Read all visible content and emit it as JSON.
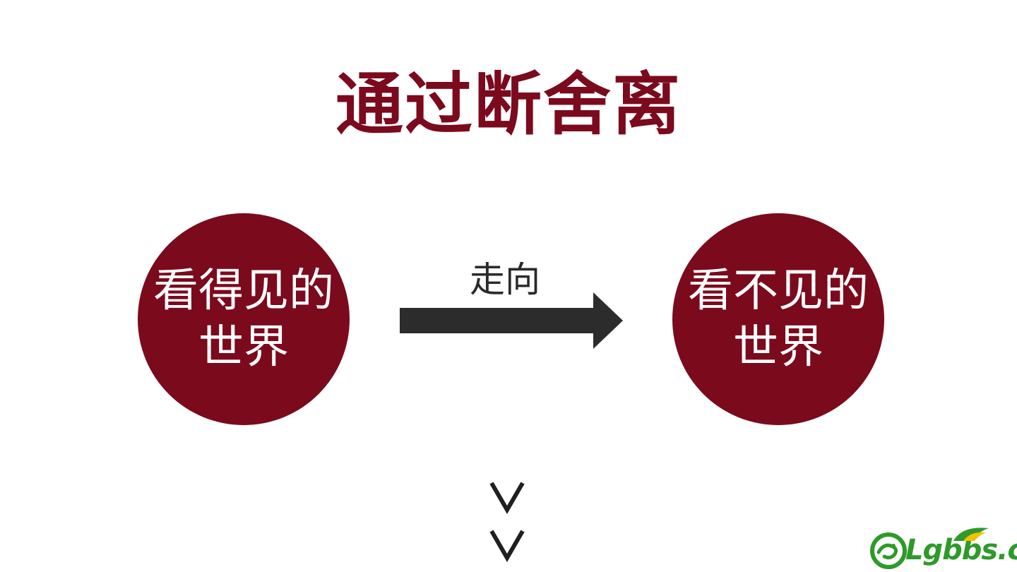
{
  "slide": {
    "title": "通过断舍离",
    "left_circle": {
      "line1": "看得见的",
      "line2": "世界"
    },
    "right_circle": {
      "line1": "看不见的",
      "line2": "世界"
    },
    "arrow_label": "走向"
  },
  "logo": {
    "text": "Lgbbs.cn"
  },
  "colors": {
    "accent": "#7b0a1d",
    "arrow": "#2c2c2c",
    "logo_green": "#2e9a2a",
    "logo_leaf_yellow": "#f2c200"
  },
  "icons": {
    "arrow": "right-arrow-icon",
    "down_chevrons": "double-chevron-down-icon",
    "logo_mark": "dragon-logo-icon",
    "logo_leaf": "leaf-icon"
  }
}
